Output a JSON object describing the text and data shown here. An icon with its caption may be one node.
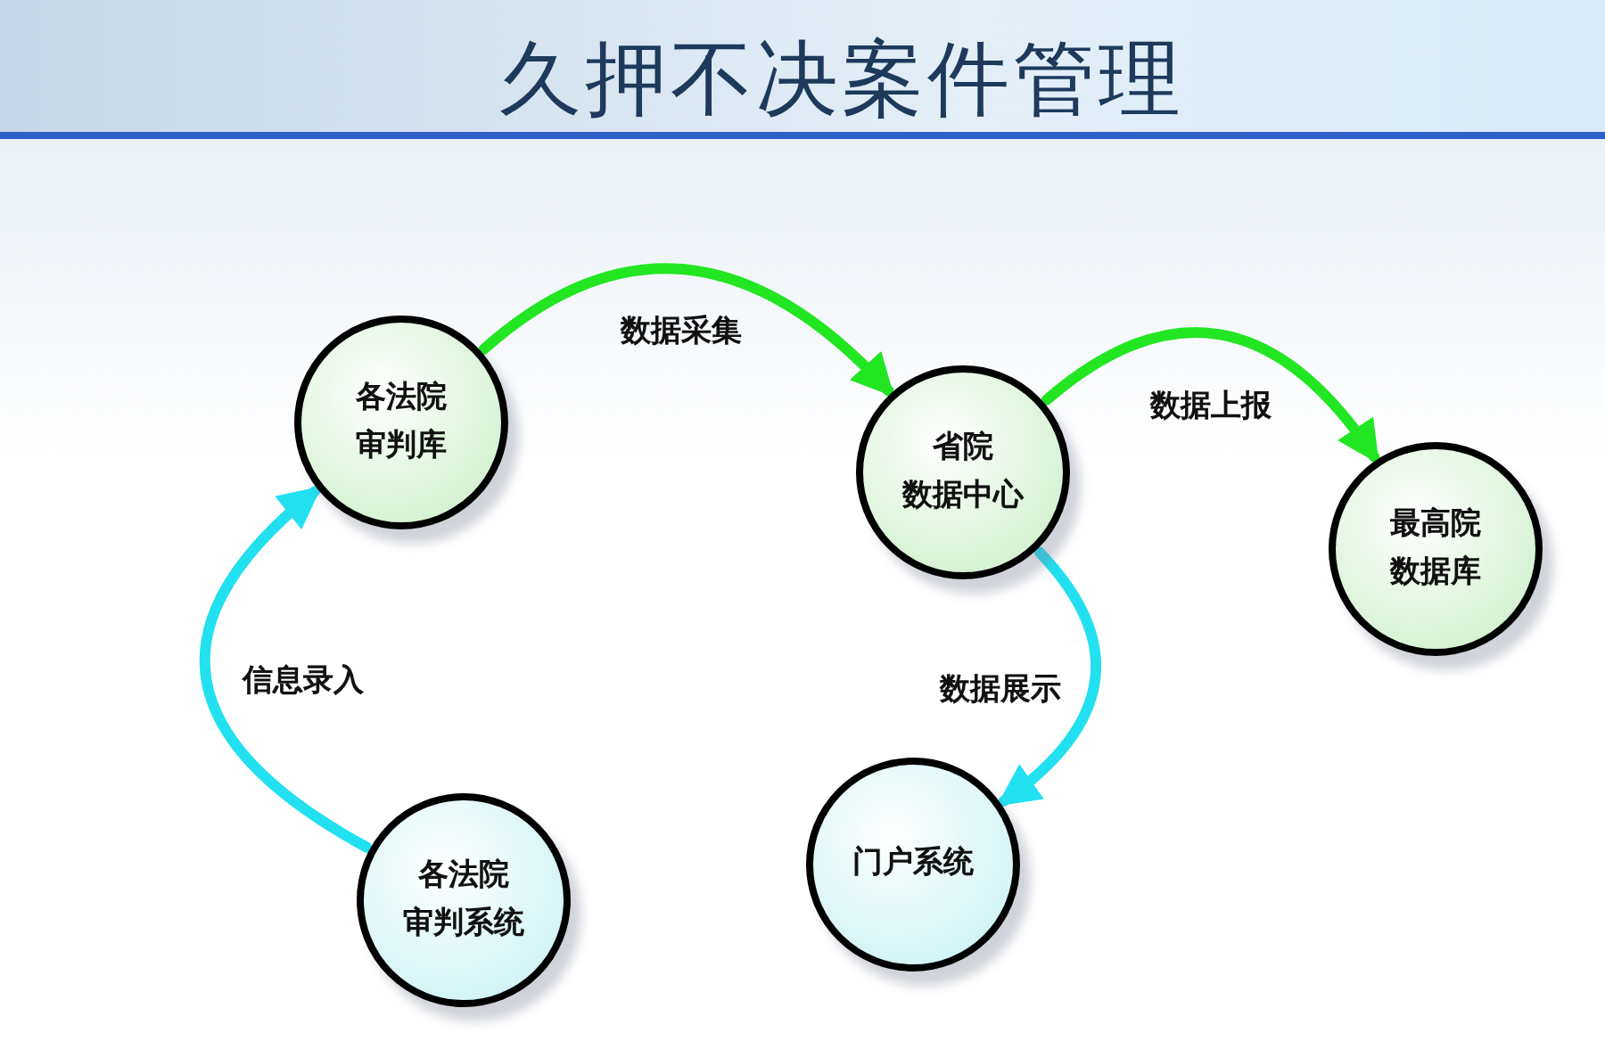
{
  "diagram": {
    "title": "久押不决案件管理",
    "nodes": [
      {
        "text": [
          "各法院审判库"
        ]
      },
      {
        "text": [
          "省院数据中心"
        ]
      },
      {
        "text": [
          "最高院数据库"
        ]
      },
      {
        "text": [
          "门户系统"
        ]
      },
      {
        "text": [
          "各法院审判系统"
        ]
      }
    ],
    "edges": [
      {
        "from": 0,
        "to": 1,
        "arrow": "to",
        "label": "数据采集",
        "color": "#22e622"
      },
      {
        "from": 1,
        "to": 2,
        "arrow": "to",
        "label": "数据上报",
        "color": "#22e622"
      },
      {
        "from": 1,
        "to": 3,
        "arrow": "to",
        "label": "数据展示",
        "color": "#22e0f0"
      },
      {
        "from": 4,
        "to": 0,
        "arrow": "to",
        "label": "信息录入",
        "color": "#22e0f0"
      }
    ]
  }
}
